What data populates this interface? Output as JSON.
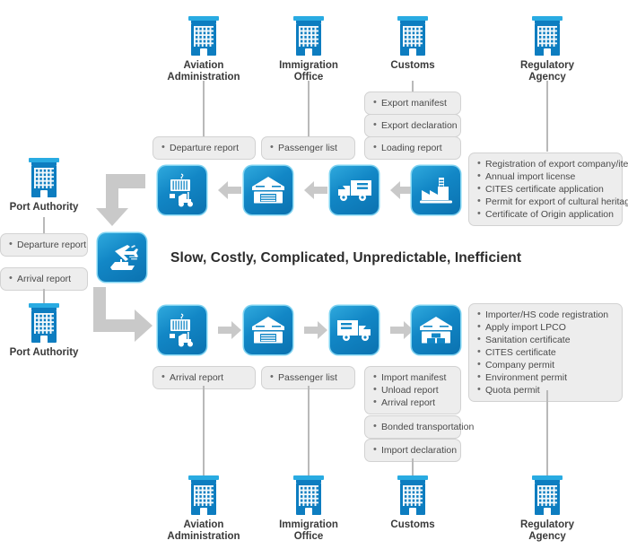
{
  "diagram": {
    "tagline": "Slow, Costly, Complicated, Unpredictable, Inefficient",
    "colors": {
      "tile_blue_light": "#2fa9dd",
      "tile_blue_dark": "#0b72b0",
      "icon_cyan": "#29abe2",
      "icon_blue": "#0d7dc0",
      "box_fill": "#ededed",
      "box_border": "#d2d2d2",
      "connector": "#b9b9b9",
      "arrow_gray": "#c9c9c9",
      "text": "#333333"
    }
  },
  "top_agencies": [
    {
      "name": "Aviation Administration",
      "label": "Aviation\nAdministration",
      "icon": "building-icon"
    },
    {
      "name": "Immigration Office",
      "label": "Immigration\nOffice",
      "icon": "building-icon"
    },
    {
      "name": "Customs",
      "label": "Customs",
      "icon": "building-icon"
    },
    {
      "name": "Regulatory Agency",
      "label": "Regulatory\nAgency",
      "icon": "building-icon"
    }
  ],
  "bottom_agencies": [
    {
      "name": "Aviation Administration",
      "label": "Aviation\nAdministration",
      "icon": "building-icon"
    },
    {
      "name": "Immigration Office",
      "label": "Immigration\nOffice",
      "icon": "building-icon"
    },
    {
      "name": "Customs",
      "label": "Customs",
      "icon": "building-icon"
    },
    {
      "name": "Regulatory Agency",
      "label": "Regulatory\nAgency",
      "icon": "building-icon"
    }
  ],
  "left_agencies": [
    {
      "name": "Port Authority",
      "label": "Port Authority",
      "icon": "building-icon"
    },
    {
      "name": "Port Authority",
      "label": "Port Authority",
      "icon": "building-icon"
    }
  ],
  "left_boxes": [
    {
      "items": [
        "Departure report"
      ]
    },
    {
      "items": [
        "Arrival report"
      ]
    }
  ],
  "export_boxes": {
    "departure": {
      "items": [
        "Departure report"
      ]
    },
    "passenger": {
      "items": [
        "Passenger list"
      ]
    },
    "customs": [
      {
        "items": [
          "Export manifest"
        ]
      },
      {
        "items": [
          "Export declaration"
        ]
      },
      {
        "items": [
          "Loading report"
        ]
      }
    ],
    "regulatory": {
      "items": [
        "Registration of export company/item",
        "Annual import license",
        "CITES certificate application",
        "Permit for export of cultural heritage",
        "Certificate of Origin application"
      ]
    }
  },
  "import_boxes": {
    "arrival": {
      "items": [
        "Arrival report"
      ]
    },
    "passenger": {
      "items": [
        "Passenger list"
      ]
    },
    "customs": [
      {
        "items": [
          "Import manifest",
          "Unload report",
          "Arrival report"
        ]
      },
      {
        "items": [
          "Bonded transportation"
        ]
      },
      {
        "items": [
          "Import declaration"
        ]
      }
    ],
    "regulatory": {
      "items": [
        "Importer/HS code registration",
        "Apply import LPCO",
        "Sanitation certificate",
        "CITES certificate",
        "Company permit",
        "Environment permit",
        "Quota permit"
      ]
    }
  },
  "export_flow": {
    "name": "export-flow",
    "direction": "right-to-left",
    "tiles": [
      {
        "icon": "forklift-container-icon",
        "name": "container-terminal"
      },
      {
        "icon": "warehouse-icon",
        "name": "warehouse"
      },
      {
        "icon": "truck-icon",
        "name": "truck-transport"
      },
      {
        "icon": "factory-icon",
        "name": "factory"
      }
    ]
  },
  "import_flow": {
    "name": "import-flow",
    "direction": "left-to-right",
    "tiles": [
      {
        "icon": "forklift-container-icon",
        "name": "container-terminal"
      },
      {
        "icon": "warehouse-icon",
        "name": "warehouse"
      },
      {
        "icon": "truck-icon",
        "name": "truck-transport"
      },
      {
        "icon": "warehouse-boxes-icon",
        "name": "distribution-warehouse"
      }
    ]
  },
  "hub": {
    "icon": "plane-ship-icon",
    "name": "air-sea-port-hub"
  }
}
